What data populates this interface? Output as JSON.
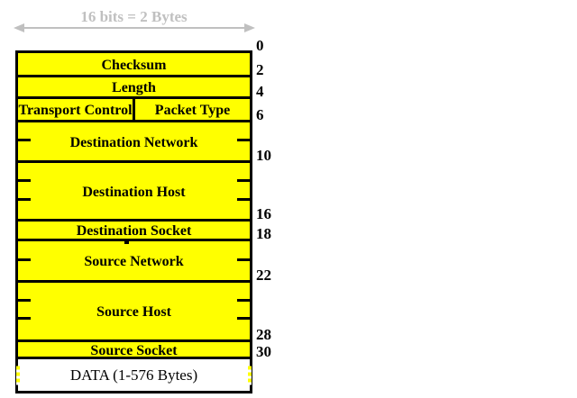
{
  "diagram": {
    "type": "packet-structure",
    "width_arrow_label": "16 bits = 2 Bytes"
  },
  "fields": [
    {
      "label": "Checksum"
    },
    {
      "label": "Length"
    },
    {
      "label": "Transport Control"
    },
    {
      "label": "Packet Type"
    },
    {
      "label": "Destination Network"
    },
    {
      "label": "Destination Host"
    },
    {
      "label": "Destination Socket"
    },
    {
      "label": "Source Network"
    },
    {
      "label": "Source Host"
    },
    {
      "label": "Source Socket"
    },
    {
      "label": "DATA (1-576 Bytes)"
    }
  ],
  "byte_offsets": [
    "0",
    "2",
    "4",
    "6",
    "10",
    "16",
    "18",
    "22",
    "28",
    "30"
  ],
  "colors": {
    "field_fill": "#FFFF00",
    "data_fill": "#FFFFFF",
    "border": "#000000",
    "arrow": "#C0C0C0",
    "background": "#FFFFFF"
  }
}
